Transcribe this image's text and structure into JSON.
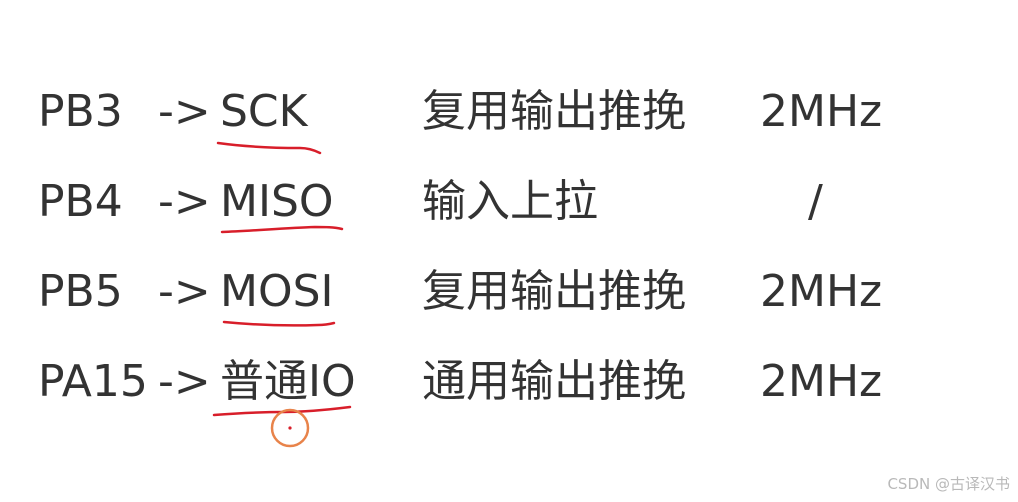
{
  "rows": [
    {
      "pin": "PB3",
      "arrow": "->",
      "signal": "SCK",
      "mode": "复用输出推挽",
      "speed": "2MHz"
    },
    {
      "pin": "PB4",
      "arrow": "->",
      "signal": "MISO",
      "mode": "输入上拉",
      "speed": "/"
    },
    {
      "pin": "PB5",
      "arrow": "->",
      "signal": "MOSI",
      "mode": "复用输出推挽",
      "speed": "2MHz"
    },
    {
      "pin": "PA15",
      "arrow": "->",
      "signal": "普通IO",
      "mode": "通用输出推挽",
      "speed": "2MHz"
    }
  ],
  "annotations": {
    "underline_color": "#d81e2a",
    "circle_color": "#e8834a"
  },
  "watermark": "CSDN @古译汉书"
}
